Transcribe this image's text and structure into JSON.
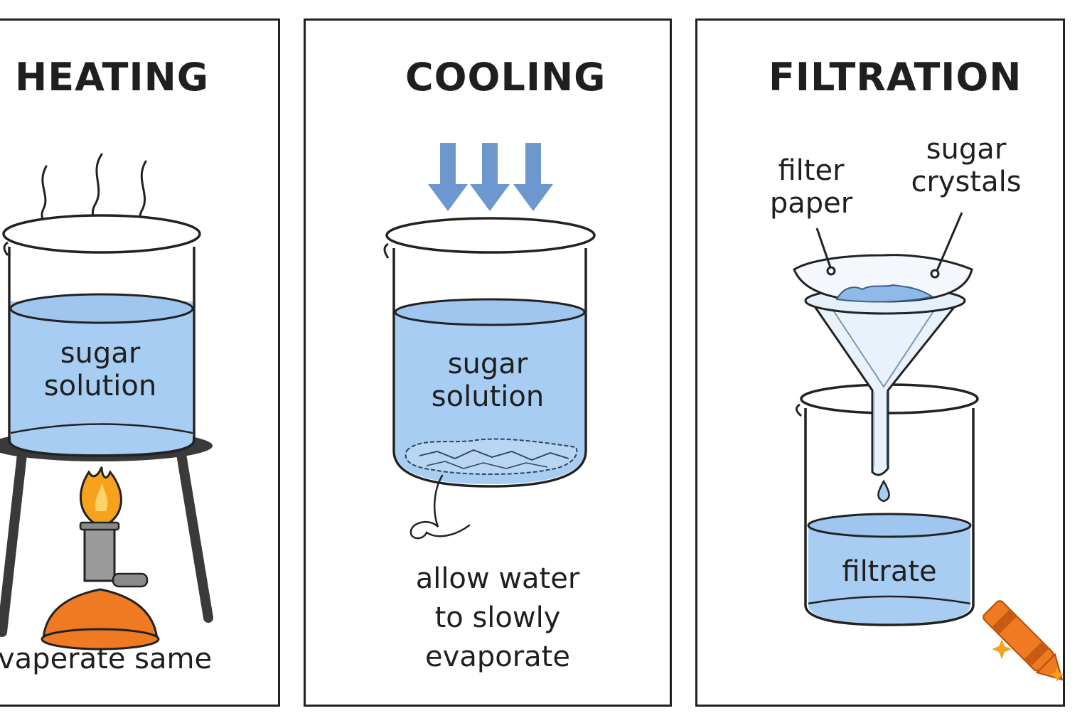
{
  "panels": {
    "heating": {
      "title": "HEATING",
      "solution_line1": "sugar",
      "solution_line2": "solution",
      "caption": "vaperate same"
    },
    "cooling": {
      "title": "COOLING",
      "solution_line1": "sugar",
      "solution_line2": "solution",
      "caption_line1": "allow water",
      "caption_line2": "to slowly",
      "caption_line3": "evaporate"
    },
    "filtration": {
      "title": "FILTRATION",
      "filter_line1": "filter",
      "filter_line2": "paper",
      "crystals_line1": "sugar",
      "crystals_line2": "crystals",
      "filtrate": "filtrate"
    }
  },
  "colors": {
    "liquid": "#a8cdf3",
    "liquid_dark": "#7fb0e4",
    "arrow": "#6d98cf",
    "flame": "#f7a21c",
    "burner": "#ef7a22",
    "stand": "#3a3a3a",
    "outline": "#222222"
  },
  "icons": {
    "corner": "crayon-icon",
    "cooling_arrows": "down-arrow-icon",
    "steam": "steam-icon"
  }
}
